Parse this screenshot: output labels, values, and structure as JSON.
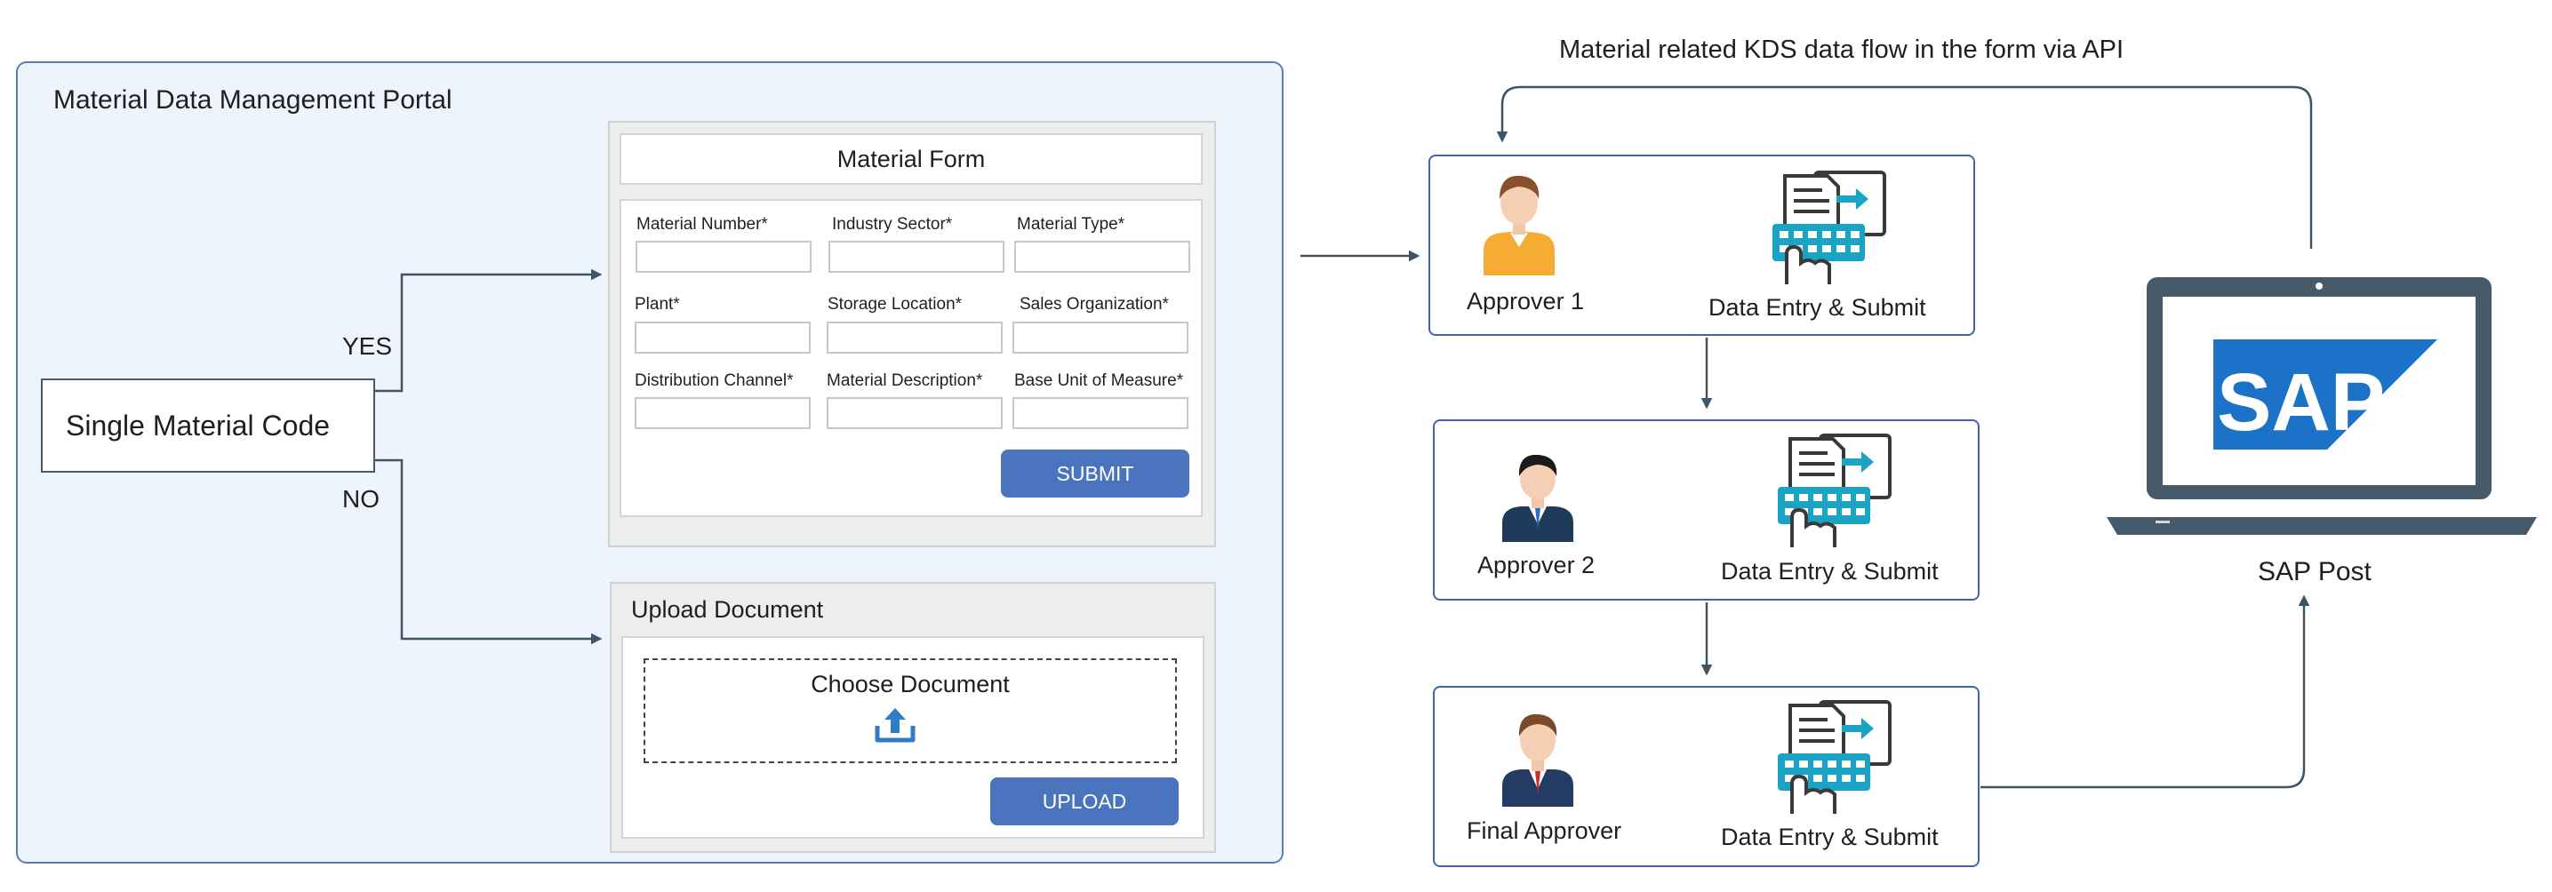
{
  "portal": {
    "title": "Material Data Management Portal",
    "single_material_code": "Single Material Code",
    "yes_label": "YES",
    "no_label": "NO"
  },
  "material_form": {
    "title": "Material Form",
    "fields": [
      "Material Number*",
      "Industry Sector*",
      "Material Type*",
      "Plant*",
      "Storage Location*",
      "Sales Organization*",
      "Distribution Channel*",
      "Material Description*",
      "Base Unit of Measure*"
    ],
    "submit_label": "SUBMIT"
  },
  "upload_document": {
    "title": "Upload Document",
    "choose_label": "Choose Document",
    "upload_label": "UPLOAD"
  },
  "workflow": {
    "top_caption": "Material related KDS data flow in the form via API",
    "approvers": [
      "Approver 1",
      "Approver 2",
      "Final Approver"
    ],
    "data_entry_label": "Data Entry & Submit",
    "sap_logo_text": "SAP",
    "sap_post_label": "SAP Post"
  },
  "colors": {
    "portal_bg": "#eef4fb",
    "portal_border": "#5b7db0",
    "button_blue": "#4a74bd",
    "arrow": "#3e5566",
    "teal_icon": "#1ba3c6",
    "laptop": "#465a6a",
    "sap_blue": "#1b72c6"
  }
}
